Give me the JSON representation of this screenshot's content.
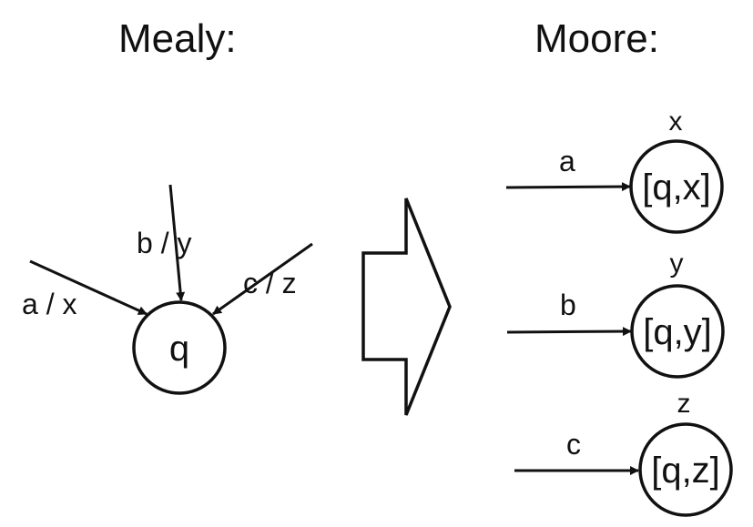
{
  "mealy": {
    "title": "Mealy:",
    "state": "q",
    "edges": [
      {
        "label": "a / x"
      },
      {
        "label": "b / y"
      },
      {
        "label": "c / z"
      }
    ]
  },
  "moore": {
    "title": "Moore:",
    "states": [
      {
        "input": "a",
        "name": "[q,x]",
        "output": "x"
      },
      {
        "input": "b",
        "name": "[q,y]",
        "output": "y"
      },
      {
        "input": "c",
        "name": "[q,z]",
        "output": "z"
      }
    ]
  },
  "colors": {
    "stroke": "#111111",
    "background": "#ffffff"
  }
}
